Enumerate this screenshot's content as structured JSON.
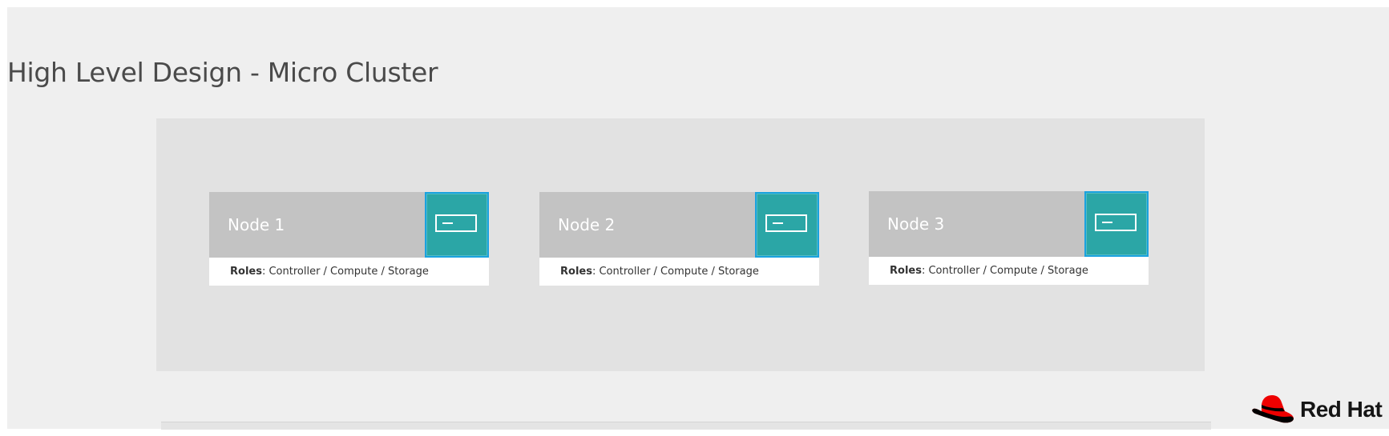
{
  "slide": {
    "title": "High Level Design - Micro Cluster"
  },
  "nodes": [
    {
      "label": "Node 1",
      "roles_key": "Roles",
      "roles_value": ": Controller / Compute / Storage",
      "icon": "server-icon"
    },
    {
      "label": "Node 2",
      "roles_key": "Roles",
      "roles_value": ": Controller / Compute / Storage",
      "icon": "server-icon"
    },
    {
      "label": "Node 3",
      "roles_key": "Roles",
      "roles_value": ": Controller / Compute / Storage",
      "icon": "server-icon"
    }
  ],
  "logo": {
    "text": "Red Hat",
    "icon": "red-hat-logo-icon"
  },
  "colors": {
    "node_header": "#c3c3c3",
    "icon_box": "#2ba6a6",
    "icon_box_border": "#1aa2de",
    "panel": "#e2e2e2",
    "slide_background": "#efefef",
    "brand_red": "#ee0000"
  }
}
